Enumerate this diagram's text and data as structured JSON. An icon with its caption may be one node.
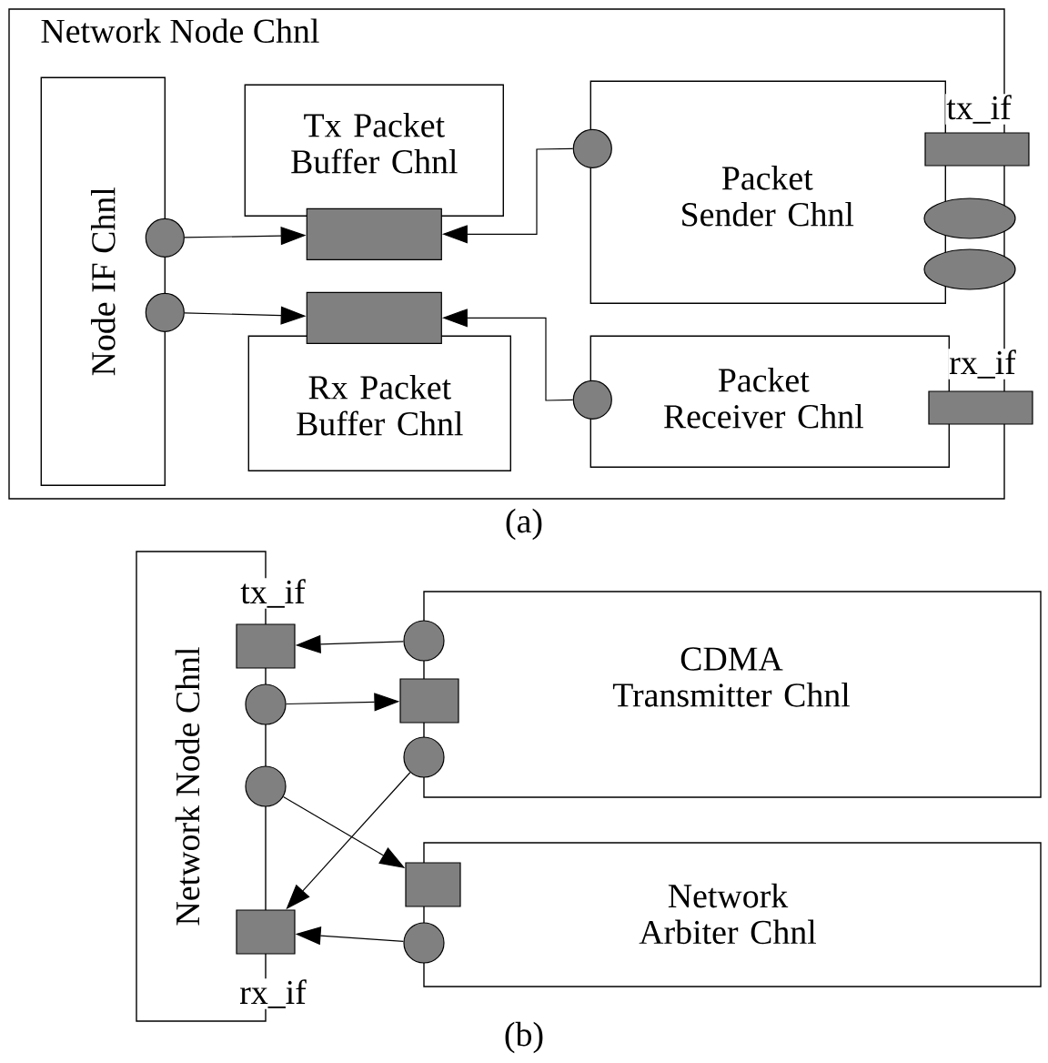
{
  "diagram": {
    "nodes": [
      {
        "text": [
          "Network Node Chnl"
        ]
      },
      {
        "text": [
          "Node IF Chnl"
        ],
        "in": 0
      },
      {
        "text": [
          "Tx Packet Buffer Chnl"
        ],
        "in": 0
      },
      {
        "text": [
          "Rx Packet Buffer Chnl"
        ],
        "in": 0
      },
      {
        "text": [
          "Packet Sender Chnl"
        ],
        "in": 0
      },
      {
        "text": [
          "Packet Receiver Chnl"
        ],
        "in": 0
      },
      {
        "text": [],
        "shape": "circle",
        "in": 0
      },
      {
        "text": [],
        "shape": "circle",
        "in": 0
      },
      {
        "text": [],
        "shape": "box",
        "in": 0
      },
      {
        "text": [],
        "shape": "box",
        "in": 0
      },
      {
        "text": [],
        "shape": "circle",
        "in": 0
      },
      {
        "text": [],
        "shape": "circle",
        "in": 0
      },
      {
        "text": [],
        "shape": "box"
      },
      {
        "text": [],
        "shape": "ellipse"
      },
      {
        "text": [],
        "shape": "ellipse"
      },
      {
        "text": [],
        "shape": "box"
      },
      {
        "text": [
          "Network Node Chnl"
        ]
      },
      {
        "text": [
          "CDMA Transmitter Chnl"
        ]
      },
      {
        "text": [
          "Network Arbiter Chnl"
        ]
      },
      {
        "text": [],
        "shape": "box"
      },
      {
        "text": [],
        "shape": "circle"
      },
      {
        "text": [],
        "shape": "circle"
      },
      {
        "text": [],
        "shape": "box"
      },
      {
        "text": [],
        "shape": "circle"
      },
      {
        "text": [],
        "shape": "box"
      },
      {
        "text": [],
        "shape": "circle"
      },
      {
        "text": [],
        "shape": "box"
      },
      {
        "text": [],
        "shape": "circle"
      }
    ],
    "edges": [
      {
        "from": 6,
        "to": 8,
        "arrow": "to"
      },
      {
        "from": 7,
        "to": 9,
        "arrow": "to"
      },
      {
        "from": 10,
        "to": 8,
        "arrow": "to"
      },
      {
        "from": 11,
        "to": 9,
        "arrow": "to"
      },
      {
        "from": 23,
        "to": 19,
        "arrow": "to"
      },
      {
        "from": 20,
        "to": 24,
        "arrow": "to"
      },
      {
        "from": 25,
        "to": 22,
        "arrow": "to"
      },
      {
        "from": 21,
        "to": 26,
        "arrow": "to"
      },
      {
        "from": 27,
        "to": 22,
        "arrow": "to"
      }
    ],
    "labels": [
      "tx_if",
      "rx_if",
      "(a)",
      "tx_if",
      "rx_if",
      "(b)"
    ]
  }
}
